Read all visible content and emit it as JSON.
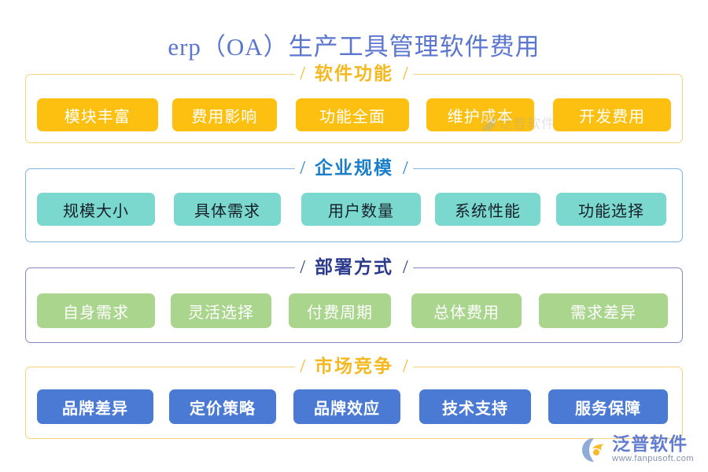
{
  "page": {
    "title": "erp（OA）生产工具管理软件费用",
    "title_color": "#5b76cf",
    "background": "#ffffff"
  },
  "watermark": {
    "center_text": "泛普软件",
    "icon": "fanpu-logo-icon"
  },
  "logo": {
    "name_cn": "泛普软件",
    "url": "www.fanpusoft.com",
    "icon": "fanpu-logo-icon",
    "color": "#5b76cf"
  },
  "sections": [
    {
      "id": "software-function",
      "title": "软件功能",
      "left_slash": "/",
      "right_slash": "/",
      "accent": "#f5b820",
      "border_color": "#f5d47a",
      "chip_bg": "#fdc010",
      "chip_text_color": "#ffffff",
      "items": [
        {
          "label": "模块丰富",
          "width": 154,
          "gap": 18
        },
        {
          "label": "费用影响",
          "width": 134,
          "gap": 24
        },
        {
          "label": "功能全面",
          "width": 144,
          "gap": 22
        },
        {
          "label": "维护成本",
          "width": 138,
          "gap": 24
        },
        {
          "label": "开发费用",
          "width": 150,
          "gap": 0
        }
      ]
    },
    {
      "id": "enterprise-scale",
      "title": "企业规模",
      "left_slash": "/",
      "right_slash": "/",
      "accent": "#1a7fc8",
      "border_color": "#7fb5e0",
      "chip_bg": "#7bd8ce",
      "chip_text_color": "#17202a",
      "items": [
        {
          "label": "规模大小",
          "width": 150,
          "gap": 24
        },
        {
          "label": "具体需求",
          "width": 136,
          "gap": 26
        },
        {
          "label": "用户数量",
          "width": 152,
          "gap": 18
        },
        {
          "label": "系统性能",
          "width": 134,
          "gap": 20
        },
        {
          "label": "功能选择",
          "width": 140,
          "gap": 0
        }
      ]
    },
    {
      "id": "deployment-mode",
      "title": "部署方式",
      "left_slash": "/",
      "right_slash": "/",
      "accent": "#2a3a8c",
      "border_color": "#8288c4",
      "chip_bg": "#aad58c",
      "chip_text_color": "#ffffff",
      "items": [
        {
          "label": "自身需求",
          "width": 150,
          "gap": 20
        },
        {
          "label": "灵活选择",
          "width": 128,
          "gap": 22
        },
        {
          "label": "付费周期",
          "width": 130,
          "gap": 26
        },
        {
          "label": "总体费用",
          "width": 140,
          "gap": 22
        },
        {
          "label": "需求差异",
          "width": 164,
          "gap": 0
        }
      ]
    },
    {
      "id": "market-competition",
      "title": "市场竞争",
      "left_slash": "/",
      "right_slash": "/",
      "accent": "#f5b820",
      "border_color": "#f5d47a",
      "chip_bg": "#4a7ad4",
      "chip_text_color": "#ffffff",
      "items": [
        {
          "label": "品牌差异",
          "width": 148,
          "gap": 20
        },
        {
          "label": "定价策略",
          "width": 136,
          "gap": 22
        },
        {
          "label": "品牌效应",
          "width": 136,
          "gap": 24
        },
        {
          "label": "技术支持",
          "width": 142,
          "gap": 22
        },
        {
          "label": "服务保障",
          "width": 152,
          "gap": 0
        }
      ]
    }
  ]
}
